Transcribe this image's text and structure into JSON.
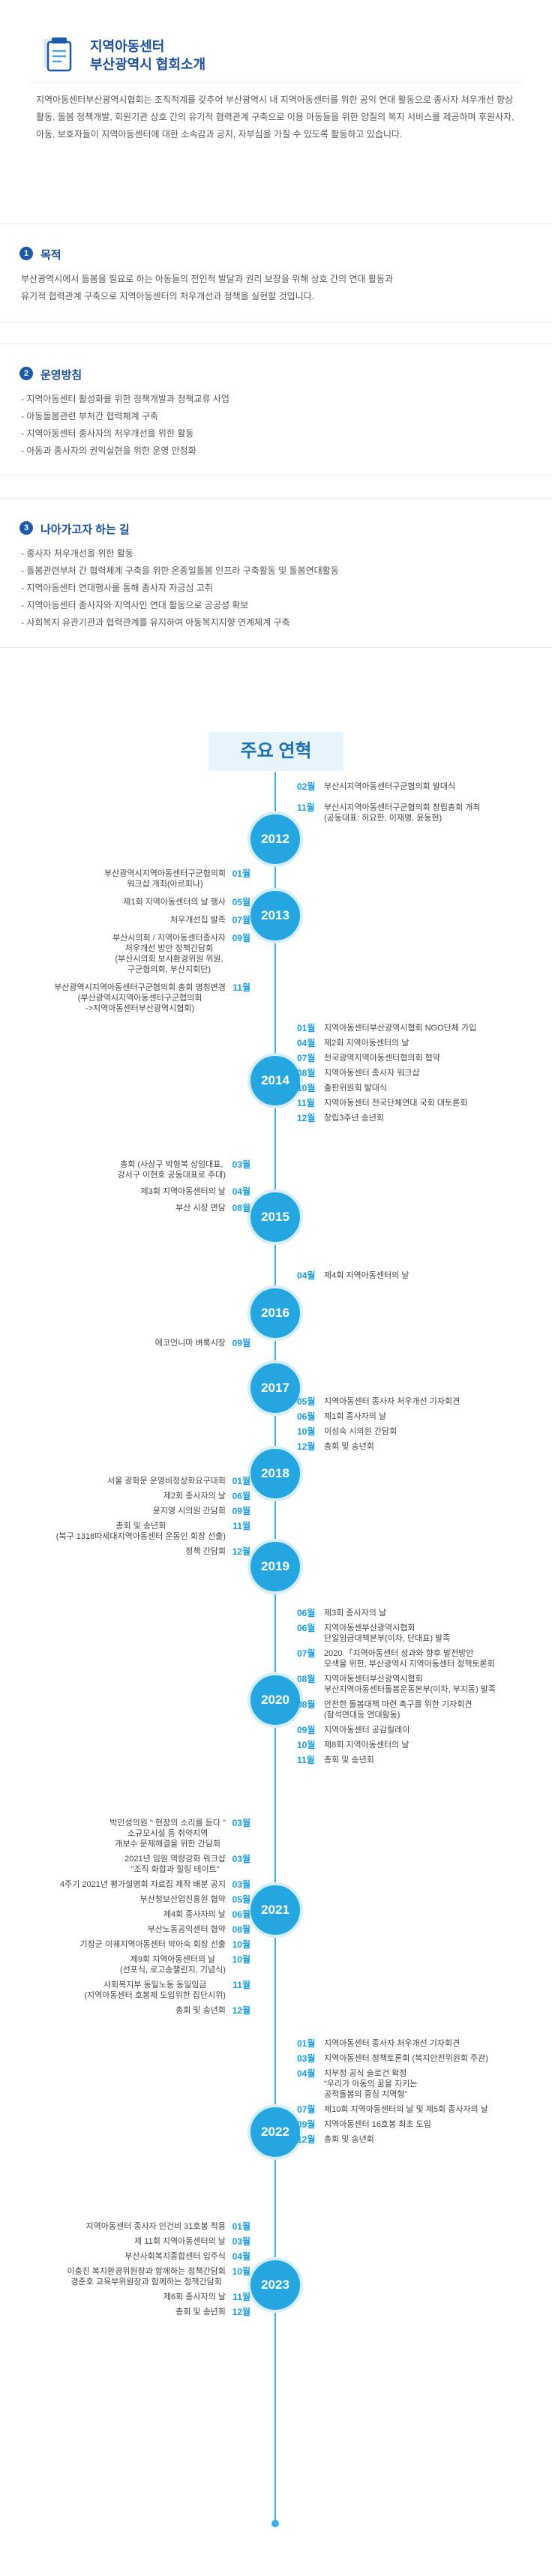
{
  "header": {
    "title_line1": "지역아동센터",
    "title_line2": "부산광역시 협회소개",
    "intro": "지역아동센터부산광역시협회는 조직적계를 갖추어 부산광역시 내 지역아동센터를 위한 공익 연대 활동으로 종사자 처우개선 향상 활동, 돌봄 정책개발, 회원기관 상호 간의 유기적 협력관계 구축으로 이용 아동들을 위한 양질의 복지 서비스를 제공하며 후원사자, 아동, 보호자들이 지역아동센터에 대한 소속감과 공지, 자부심을 가질 수 있도록 활동하고 있습니다."
  },
  "sections": [
    {
      "num": "1",
      "title": "목적",
      "lines": [
        "부산광역시에서 돌봄을 필요로 하는 아동들의 전인적 발달과 권리 보장을 위해 상호 간의 연대 활동과",
        "유기적 협력관계 구축으로 지역아동센터의 처우개선과 정책을 실현할 것입니다."
      ]
    },
    {
      "num": "2",
      "title": "운영방침",
      "lines": [
        "- 지역아동센터 활성화를 위한 정책개발과 정책교류 사업",
        "- 아동돌봄관련 부처간 협력체계 구축",
        "- 지역아동센터 종사자의 처우개선을 위한 활동",
        "- 아동과 종사자의 권익실현을 위한 운영 안정화"
      ]
    },
    {
      "num": "3",
      "title": "나아가고자 하는 길",
      "lines": [
        "- 종사자 처우개선을 위한 활동",
        "- 돌봄관련부처 간 협력체계 구축을 위한 온종일돌봄 인프라 구축활동 및 돌봄연대활동",
        "- 지역아동센터 연대행사를 통해 종사자 자긍심 고취",
        "- 지역아동센터 종사자와 지역사인 연대 활동으로 공공성 확보",
        "- 사회복지 유관기관과 협력관계를 유지하여 아동복지지향 연계체계 구축"
      ]
    }
  ],
  "history": {
    "title": "주요 연혁",
    "years": [
      {
        "year": "2012",
        "side": "R",
        "events": [
          {
            "m": "02월",
            "t": "부산시지역아동센터구군협의회 발대식"
          },
          {
            "m": "11월",
            "t": "부산시지역아동센터구군협의회 창립총회 개최\n(공동대표: 허요한, 이재명, 윤동현)"
          }
        ]
      },
      {
        "year": "2013",
        "side": "L",
        "events": [
          {
            "m": "01월",
            "t": "부산광역시지역아동센터구군협의회\n워크샵 개최(아르피나)"
          },
          {
            "m": "05월",
            "t": "제1회 지역아동센터의 날 행사"
          },
          {
            "m": "07월",
            "t": "처우개선집 발족"
          },
          {
            "m": "09월",
            "t": "부산시의회 / 지역아동센터종사자\n처우개선 방안 정책간담회\n(부산시의회 보사환경위원 위원,\n구군협의회, 부산지회단)"
          },
          {
            "m": "11월",
            "t": "부산광역시지역아동센터구군협의회 총회 명칭변경\n(부산광역시지역아동센터구군협의회\n->지역아동센터부산광역시협회)"
          }
        ]
      },
      {
        "year": "2014",
        "side": "R",
        "events": [
          {
            "m": "01월",
            "t": "지역아동센터부산광역시협회 NGO단체 가입"
          },
          {
            "m": "04월",
            "t": "제2회 지역아동센터의 날"
          },
          {
            "m": "07월",
            "t": "전국광역지역아동센터협의회 협약"
          },
          {
            "m": "08월",
            "t": "지역아동센터 종사자 워크샵"
          },
          {
            "m": "10월",
            "t": "출판위원회 발대식"
          },
          {
            "m": "11월",
            "t": "지역아동센터 전국단체연대 국회 대토론회"
          },
          {
            "m": "12월",
            "t": "창립3주년 송년회"
          }
        ]
      },
      {
        "year": "2015",
        "side": "L",
        "events": [
          {
            "m": "03월",
            "t": "총회 (사상구 박형복 상임대표,\n강서구 이현호 공동대표로 주대)"
          },
          {
            "m": "04월",
            "t": "제3회 지역아동센터의 날"
          },
          {
            "m": "08월",
            "t": "부산 시장 면담"
          }
        ]
      },
      {
        "year": "2016",
        "side": "R",
        "events": [
          {
            "m": "04월",
            "t": "제4회 지역아동센터의 날"
          }
        ]
      },
      {
        "year": "2017",
        "side": "L",
        "events": [
          {
            "m": "09월",
            "t": "에코언니마 벼룩시장"
          }
        ]
      },
      {
        "year": "2018",
        "side": "R",
        "events": [
          {
            "m": "05월",
            "t": "지역아동센터 종사자 처우개선 기자회견"
          },
          {
            "m": "06월",
            "t": "제1회 종사자의 날"
          },
          {
            "m": "10월",
            "t": "이성숙 시의원 간담회"
          },
          {
            "m": "12월",
            "t": "총회 및 송년회"
          }
        ]
      },
      {
        "year": "2019",
        "side": "L",
        "events": [
          {
            "m": "01월",
            "t": "서울 광화문 운영비정상화요구대회"
          },
          {
            "m": "06월",
            "t": "제2회 종사자의 날"
          },
          {
            "m": "09월",
            "t": "윤지영 시의원 간담회"
          },
          {
            "m": "11월",
            "t": "총회 및 송년회\n(북구 1318따세대지역아동센터 운동인 회장 선출)"
          },
          {
            "m": "12월",
            "t": "정책 간담회"
          }
        ]
      },
      {
        "year": "2020",
        "side": "R",
        "events": [
          {
            "m": "06월",
            "t": "제3회 종사자의 날"
          },
          {
            "m": "06월",
            "t": "지역아동센부산광역시협회\n단일임금대책본부(이차, 단대표) 발족"
          },
          {
            "m": "07월",
            "t": "2020 「지역아동센터 성과와 향후 발전방안\n모색을 위한, 부산광역시 지역아동센터 정책토론회"
          },
          {
            "m": "08월",
            "t": "지역아동센터부산광역시협회\n부산지역아동센터돌봄운동본부(이차, 부지동) 발족"
          },
          {
            "m": "08월",
            "t": "안전한 돌봄대책 마련 촉구를 위한 기자회견\n(참석연대등 연대활동)"
          },
          {
            "m": "09월",
            "t": "지역아동센터 공감릴레이"
          },
          {
            "m": "10월",
            "t": "제8회 지역아동센터의 날"
          },
          {
            "m": "11월",
            "t": "총회 및 송년회"
          }
        ]
      },
      {
        "year": "2021",
        "side": "L",
        "events": [
          {
            "m": "03월",
            "t": "박민성의원 \" 현장의 소리를 듣다 \"\n소규모시설 등 취약지역\n개보수 문제해결을 위한 간담회"
          },
          {
            "m": "03월",
            "t": "2021년 임원 역량강화 워크샵\n\"조직 화합과 힐링 테이트\""
          },
          {
            "m": "03월",
            "t": "4주기 2021년 평가설명회 자료집 제작 배분 공지"
          },
          {
            "m": "05월",
            "t": "부산청보산업진흥원 협약"
          },
          {
            "m": "06월",
            "t": "제4회 종사자의 날"
          },
          {
            "m": "08월",
            "t": "부산노동공익센터 협약"
          },
          {
            "m": "10월",
            "t": "기장군 이궤지역아동센터 박아숙 회장 선출"
          },
          {
            "m": "10월",
            "t": "제9회 지역아동센터의 날\n(선포식, 로고송챌린지, 기념식)"
          },
          {
            "m": "11월",
            "t": "사회복지부 동일노동 동일임금\n(지역아동센터 호봉제 도입위한 집단시위)"
          },
          {
            "m": "12월",
            "t": "총회 및 송년회"
          }
        ]
      },
      {
        "year": "2022",
        "side": "R",
        "events": [
          {
            "m": "01월",
            "t": "지역아동센터 종사자 처우개선 기자회견"
          },
          {
            "m": "03월",
            "t": "지역아동센터 정책토론회 (복지안전위원회 주관)"
          },
          {
            "m": "04월",
            "t": "지부정 공식 슬로건 확정\n\"우리가 아동의 꿈을 지키는\n공적돌봄의 중심 지역형\""
          },
          {
            "m": "07월",
            "t": "제10회 지역아동센터의 날 및 제5회 종사자의 날"
          },
          {
            "m": "09월",
            "t": "지역아동센터 16호봉 최초 도입"
          },
          {
            "m": "12월",
            "t": "총회 및 송년회"
          }
        ]
      },
      {
        "year": "2023",
        "side": "L",
        "events": [
          {
            "m": "01월",
            "t": "지역아동센터 종사자 인건비 31호봉 적용"
          },
          {
            "m": "03월",
            "t": "제 11회 지역아동센터의 날"
          },
          {
            "m": "04월",
            "t": "부산사회복지종합센터 입주식"
          },
          {
            "m": "10월",
            "t": "이충진 복지환경위원장과 함께하는 정책간담회\n경준호 교육부위원장과 함께하는 정책간담회"
          },
          {
            "m": "11월",
            "t": "제6회 종사자의 날"
          },
          {
            "m": "12월",
            "t": "총회 및 송년회"
          }
        ]
      }
    ]
  }
}
